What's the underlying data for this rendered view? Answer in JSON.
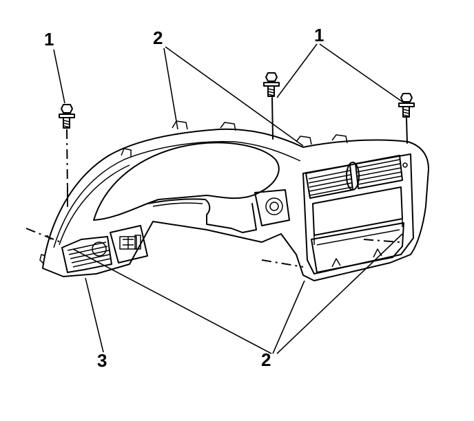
{
  "figure": {
    "callouts": {
      "bolt_left": "1",
      "bolt_right": "1",
      "clips_top": "2",
      "clips_bottom": "2",
      "bezel": "3"
    }
  }
}
